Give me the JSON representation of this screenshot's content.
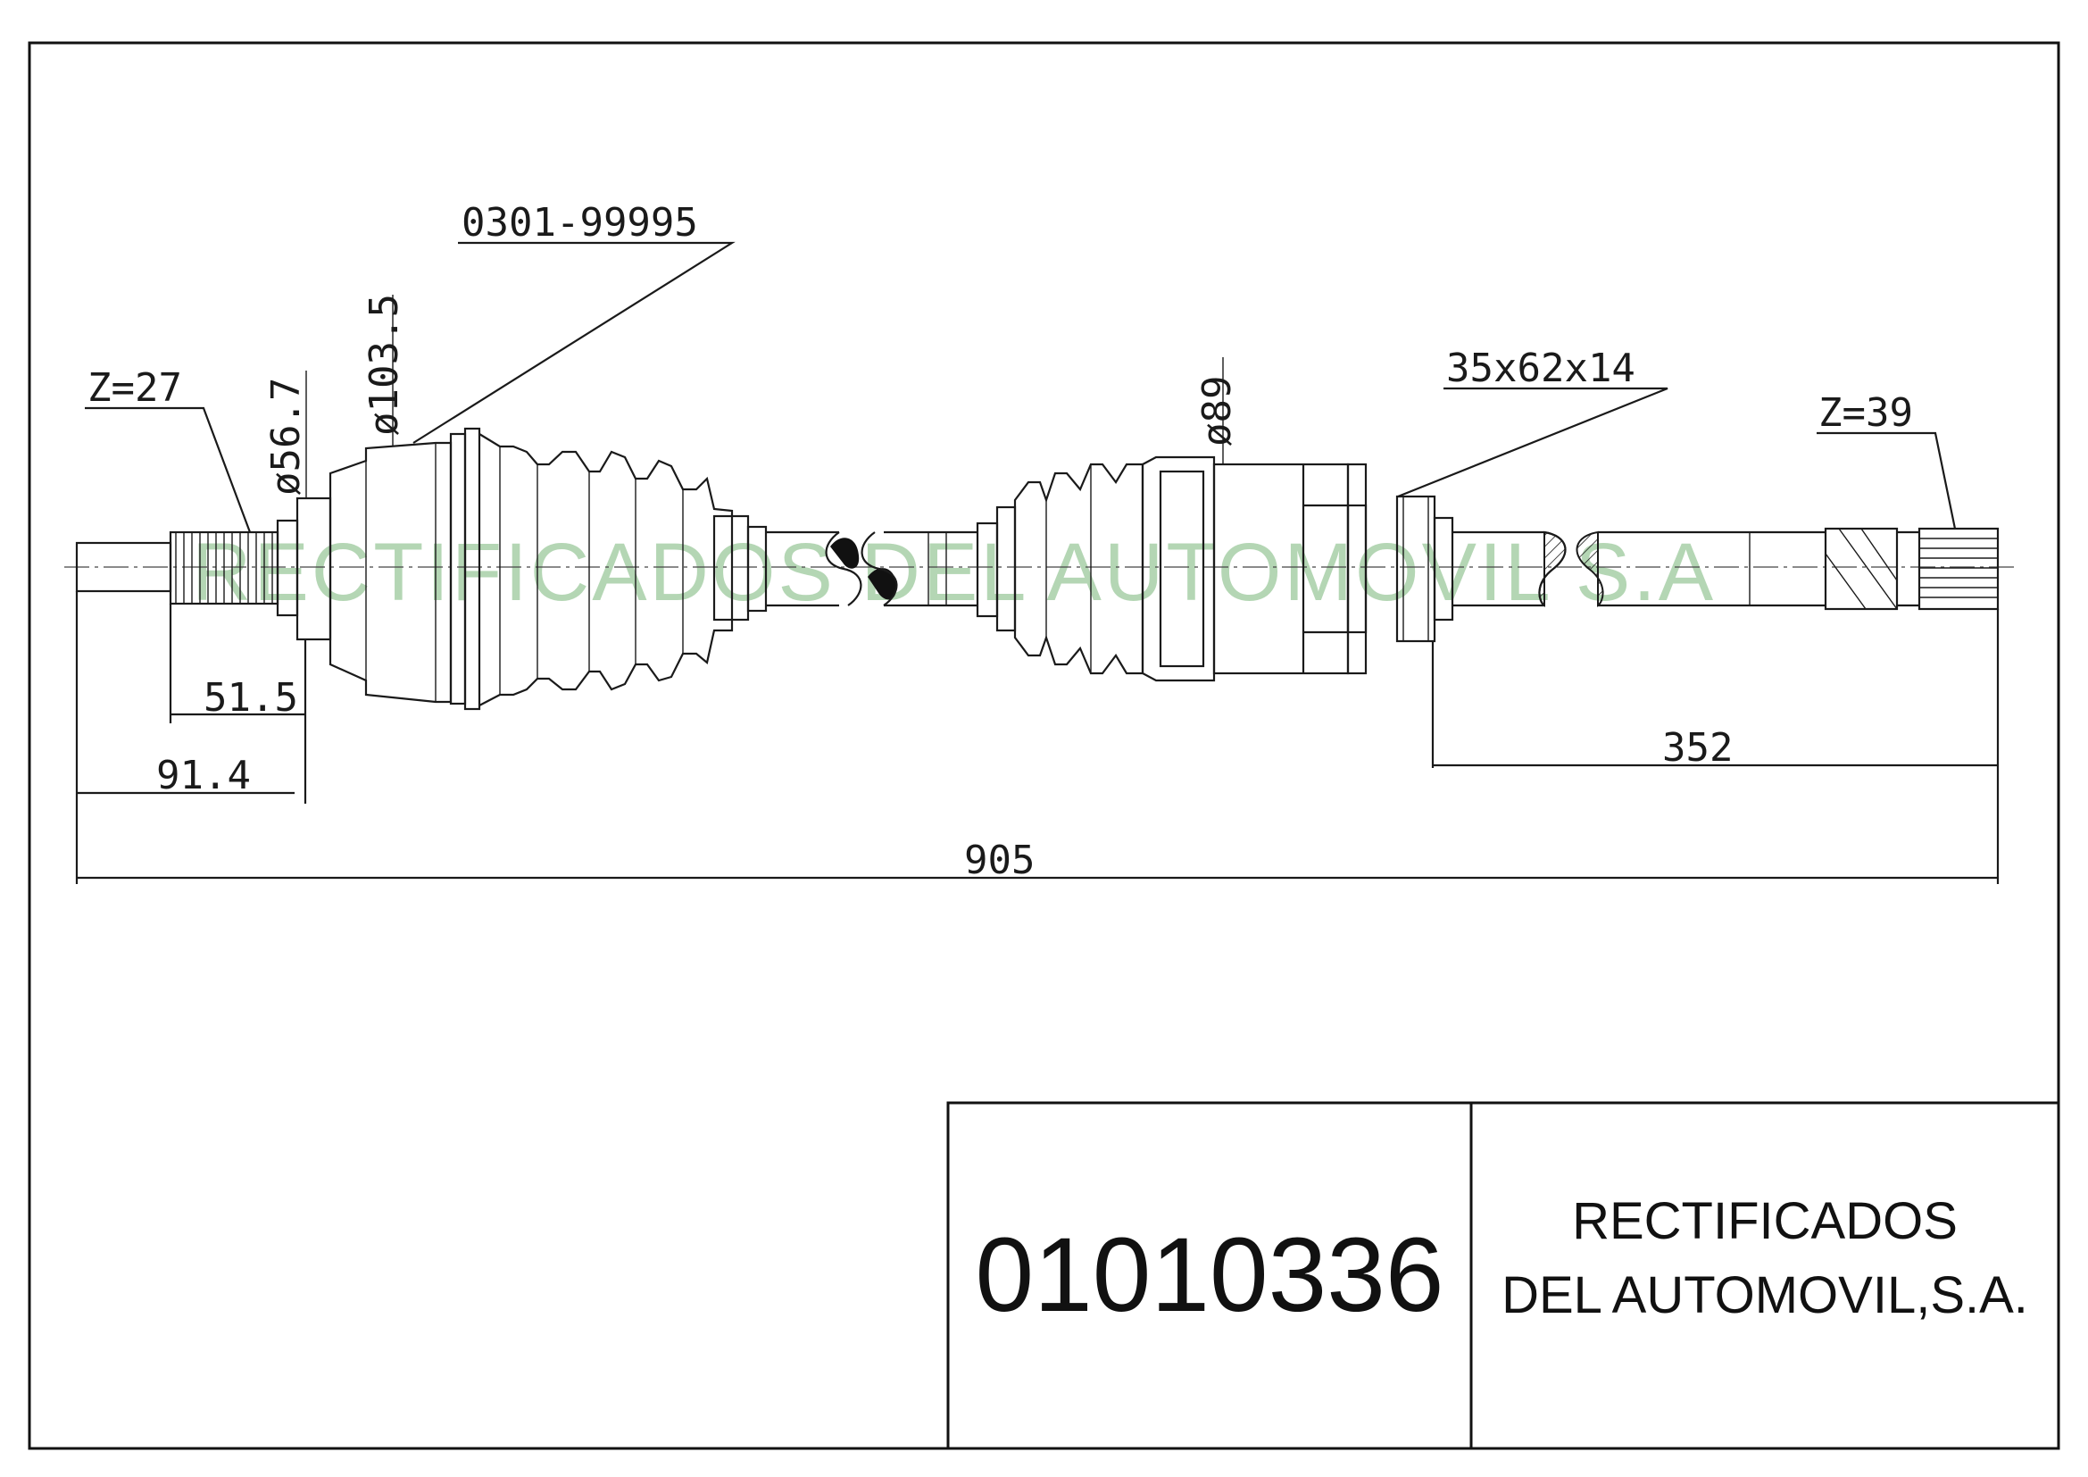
{
  "part_number": "01010336",
  "company": {
    "line1": "RECTIFICADOS",
    "line2": "DEL AUTOMOVIL,S.A."
  },
  "watermark": "RECTIFICADOS DEL AUTOMOVIL S.A",
  "callouts": {
    "z_left": "Z=27",
    "z_right": "Z=39",
    "boot_kit": "0301-99995",
    "bearing": "35x62x14"
  },
  "diameters": {
    "seal": "ø56.7",
    "outer_joint": "ø103.5",
    "inner_joint": "ø89"
  },
  "dimensions": {
    "d_51_5": "51.5",
    "d_91_4": "91.4",
    "d_352": "352",
    "d_905": "905"
  }
}
